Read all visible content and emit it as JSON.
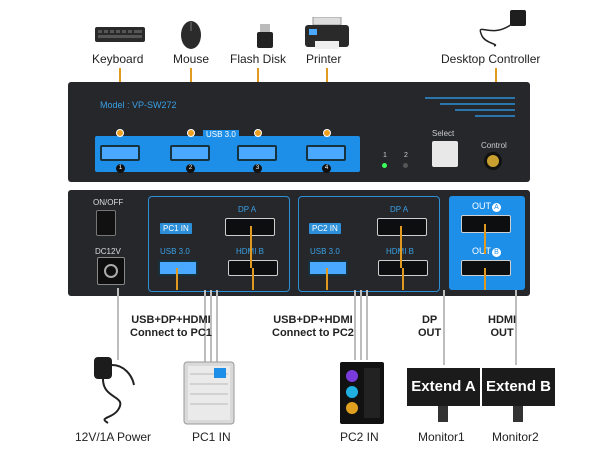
{
  "peripherals": {
    "keyboard": "Keyboard",
    "mouse": "Mouse",
    "flash_disk": "Flash Disk",
    "printer": "Printer",
    "desktop_controller": "Desktop Controller"
  },
  "front_panel": {
    "model": "Model : VP-SW272",
    "usb_label": "USB 3.0",
    "port_numbers": [
      "1",
      "2",
      "3",
      "4"
    ],
    "led_labels": [
      "1",
      "2"
    ],
    "select_label": "Select",
    "control_label": "Control"
  },
  "back_panel": {
    "power_switch": "ON/OFF",
    "dc_in": "DC12V",
    "pc1_in": "PC1 IN",
    "pc2_in": "PC2 IN",
    "dp_a": "DP A",
    "hdmi_b": "HDMI B",
    "usb_label": "USB 3.0",
    "out_a": "OUT",
    "out_b": "OUT",
    "out_a_letter": "A",
    "out_b_letter": "B"
  },
  "annotations": {
    "pc1_connect": [
      "USB+DP+HDMI",
      "Connect to PC1"
    ],
    "pc2_connect": [
      "USB+DP+HDMI",
      "Connect to PC2"
    ],
    "dp_out": [
      "DP",
      "OUT"
    ],
    "hdmi_out": [
      "HDMI",
      "OUT"
    ]
  },
  "devices": {
    "power": "12V/1A Power",
    "pc1": "PC1 IN",
    "pc2": "PC2 IN",
    "monitor1": "Monitor1",
    "monitor2": "Monitor2",
    "extend_a": "Extend A",
    "extend_b": "Extend B"
  },
  "colors": {
    "accent_blue": "#1e8fe8",
    "wire_orange": "#e09a20",
    "panel": "#25272b"
  }
}
